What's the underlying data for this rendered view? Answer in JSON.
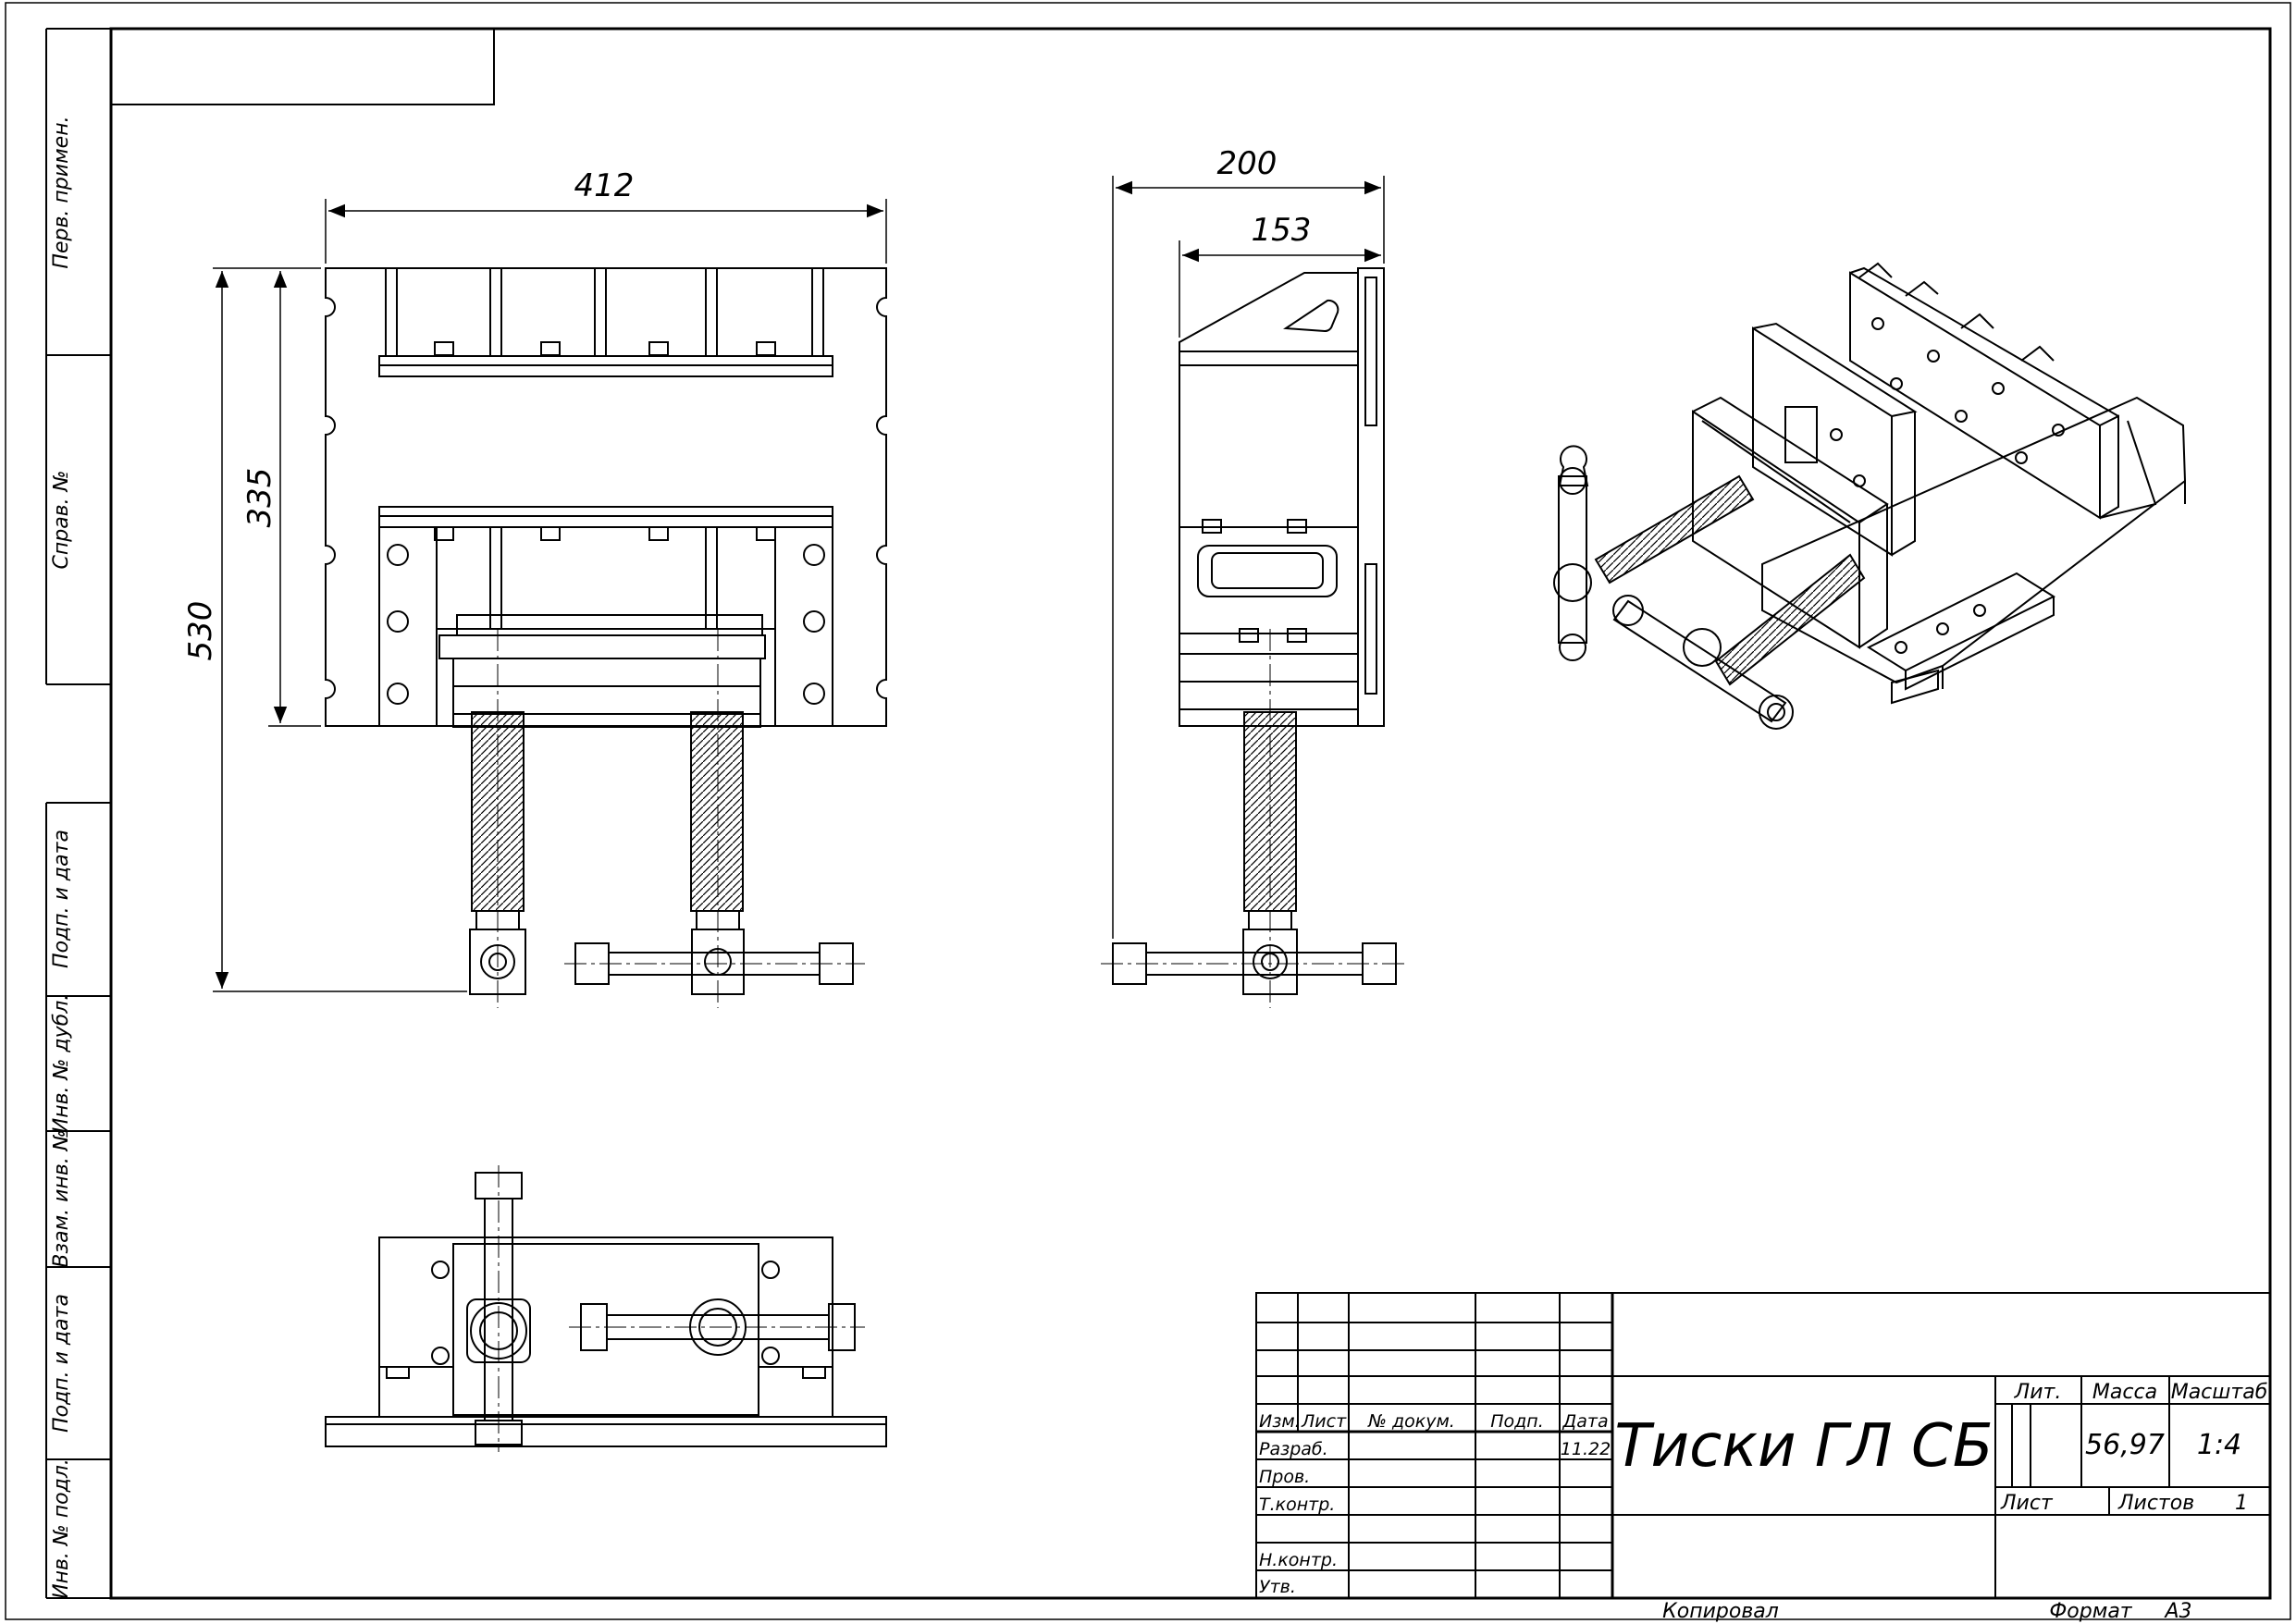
{
  "drawing": {
    "title": "Тиски ГЛ СБ",
    "mass": "56,97",
    "scale": "1:4",
    "sheet_total": "1",
    "date": "11.22",
    "copied_by": "Копировал",
    "format_label": "Формат",
    "format_value": "A3"
  },
  "side_stamp": [
    "Перв. примен.",
    "Справ. №",
    "Подп. и дата",
    "Инв. № дубл.",
    "Взам. инв. №",
    "Подп. и дата",
    "Инв. № подл."
  ],
  "title_block": {
    "header": [
      "Изм.",
      "Лист",
      "№ докум.",
      "Подп.",
      "Дата"
    ],
    "roles": [
      "Разраб.",
      "Пров.",
      "Т.контр.",
      "Н.контр.",
      "Утв."
    ],
    "lit": "Лит.",
    "mass_label": "Масса",
    "scale_label": "Масштаб",
    "sheet_label": "Лист",
    "sheets_label": "Листов"
  },
  "dimensions": {
    "front_width": "412",
    "front_height_total": "530",
    "front_height_body": "335",
    "side_width": "200",
    "side_width_inner": "153"
  }
}
